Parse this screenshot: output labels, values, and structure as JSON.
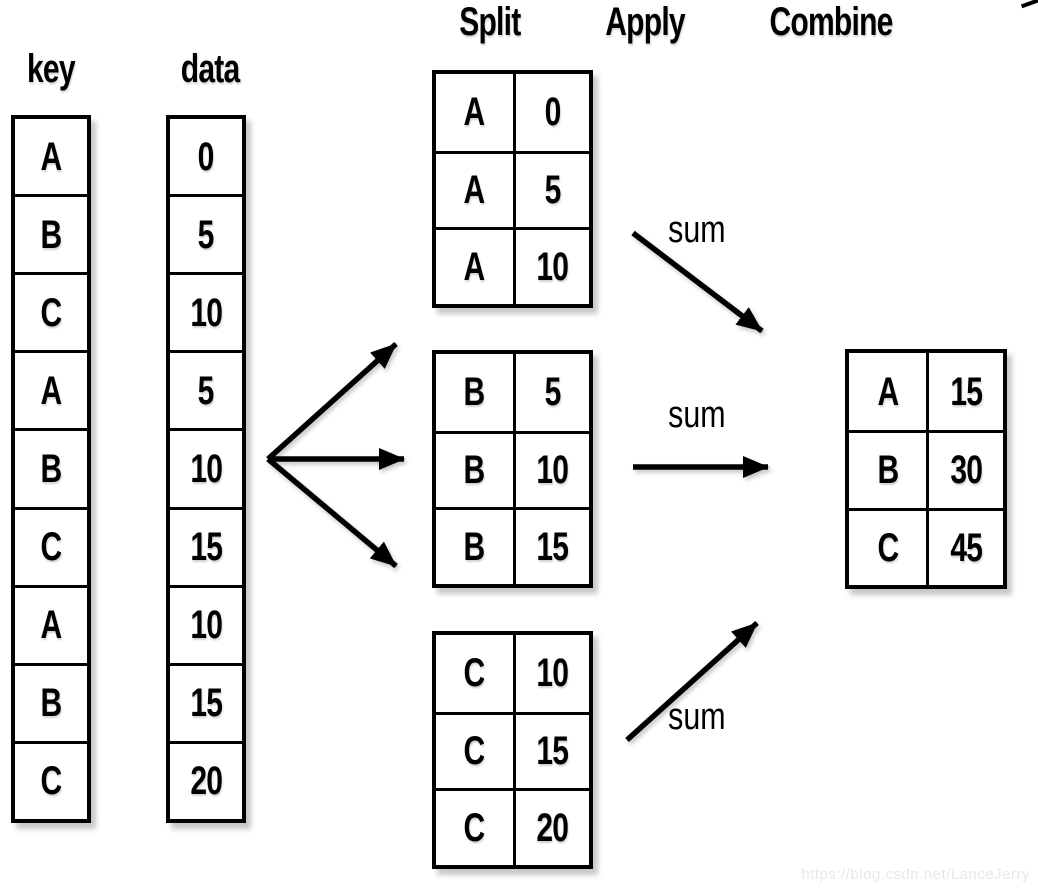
{
  "stage_headers": {
    "split": "Split",
    "apply": "Apply",
    "combine": "Combine"
  },
  "source_columns": {
    "key_header": "key",
    "data_header": "data",
    "key_values": [
      "A",
      "B",
      "C",
      "A",
      "B",
      "C",
      "A",
      "B",
      "C"
    ],
    "data_values": [
      "0",
      "5",
      "10",
      "5",
      "10",
      "15",
      "10",
      "15",
      "20"
    ]
  },
  "split_groups": [
    {
      "group": "A",
      "rows": [
        {
          "key": "A",
          "value": "0"
        },
        {
          "key": "A",
          "value": "5"
        },
        {
          "key": "A",
          "value": "10"
        }
      ]
    },
    {
      "group": "B",
      "rows": [
        {
          "key": "B",
          "value": "5"
        },
        {
          "key": "B",
          "value": "10"
        },
        {
          "key": "B",
          "value": "15"
        }
      ]
    },
    {
      "group": "C",
      "rows": [
        {
          "key": "C",
          "value": "10"
        },
        {
          "key": "C",
          "value": "15"
        },
        {
          "key": "C",
          "value": "20"
        }
      ]
    }
  ],
  "apply_labels": [
    "sum",
    "sum",
    "sum"
  ],
  "combine_table": {
    "rows": [
      {
        "key": "A",
        "value": "15"
      },
      {
        "key": "B",
        "value": "30"
      },
      {
        "key": "C",
        "value": "45"
      }
    ]
  },
  "watermark": "https://blog.csdn.net/LanceJerry"
}
